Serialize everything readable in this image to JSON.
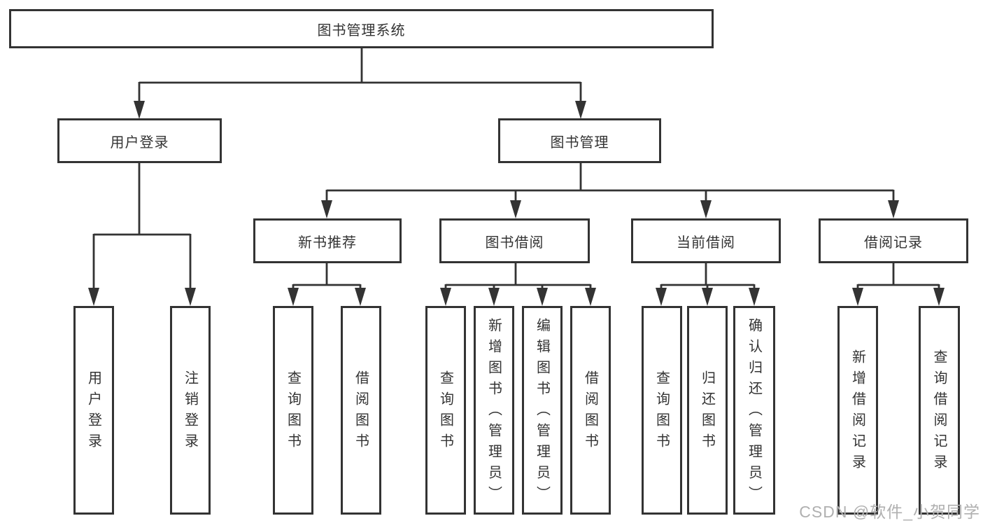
{
  "tree": {
    "root": {
      "label": "图书管理系统",
      "children": [
        {
          "label": "用户登录",
          "children": [
            {
              "label": "用户登录"
            },
            {
              "label": "注销登录"
            }
          ]
        },
        {
          "label": "图书管理",
          "children": [
            {
              "label": "新书推荐",
              "children": [
                {
                  "label": "查询图书"
                },
                {
                  "label": "借阅图书"
                }
              ]
            },
            {
              "label": "图书借阅",
              "children": [
                {
                  "label": "查询图书"
                },
                {
                  "label": "新增图书（管理员）"
                },
                {
                  "label": "编辑图书（管理员）"
                },
                {
                  "label": "借阅图书"
                }
              ]
            },
            {
              "label": "当前借阅",
              "children": [
                {
                  "label": "查询图书"
                },
                {
                  "label": "归还图书"
                },
                {
                  "label": "确认归还（管理员）"
                }
              ]
            },
            {
              "label": "借阅记录",
              "children": [
                {
                  "label": "新增借阅记录"
                },
                {
                  "label": "查询借阅记录"
                }
              ]
            }
          ]
        }
      ]
    }
  },
  "watermark": {
    "text": "CSDN @软件_小贺同学"
  },
  "colors": {
    "line": "#333333",
    "box-border": "#333333",
    "box-fill": "#ffffff",
    "text": "#333333",
    "watermark": "#b0b0b0"
  }
}
